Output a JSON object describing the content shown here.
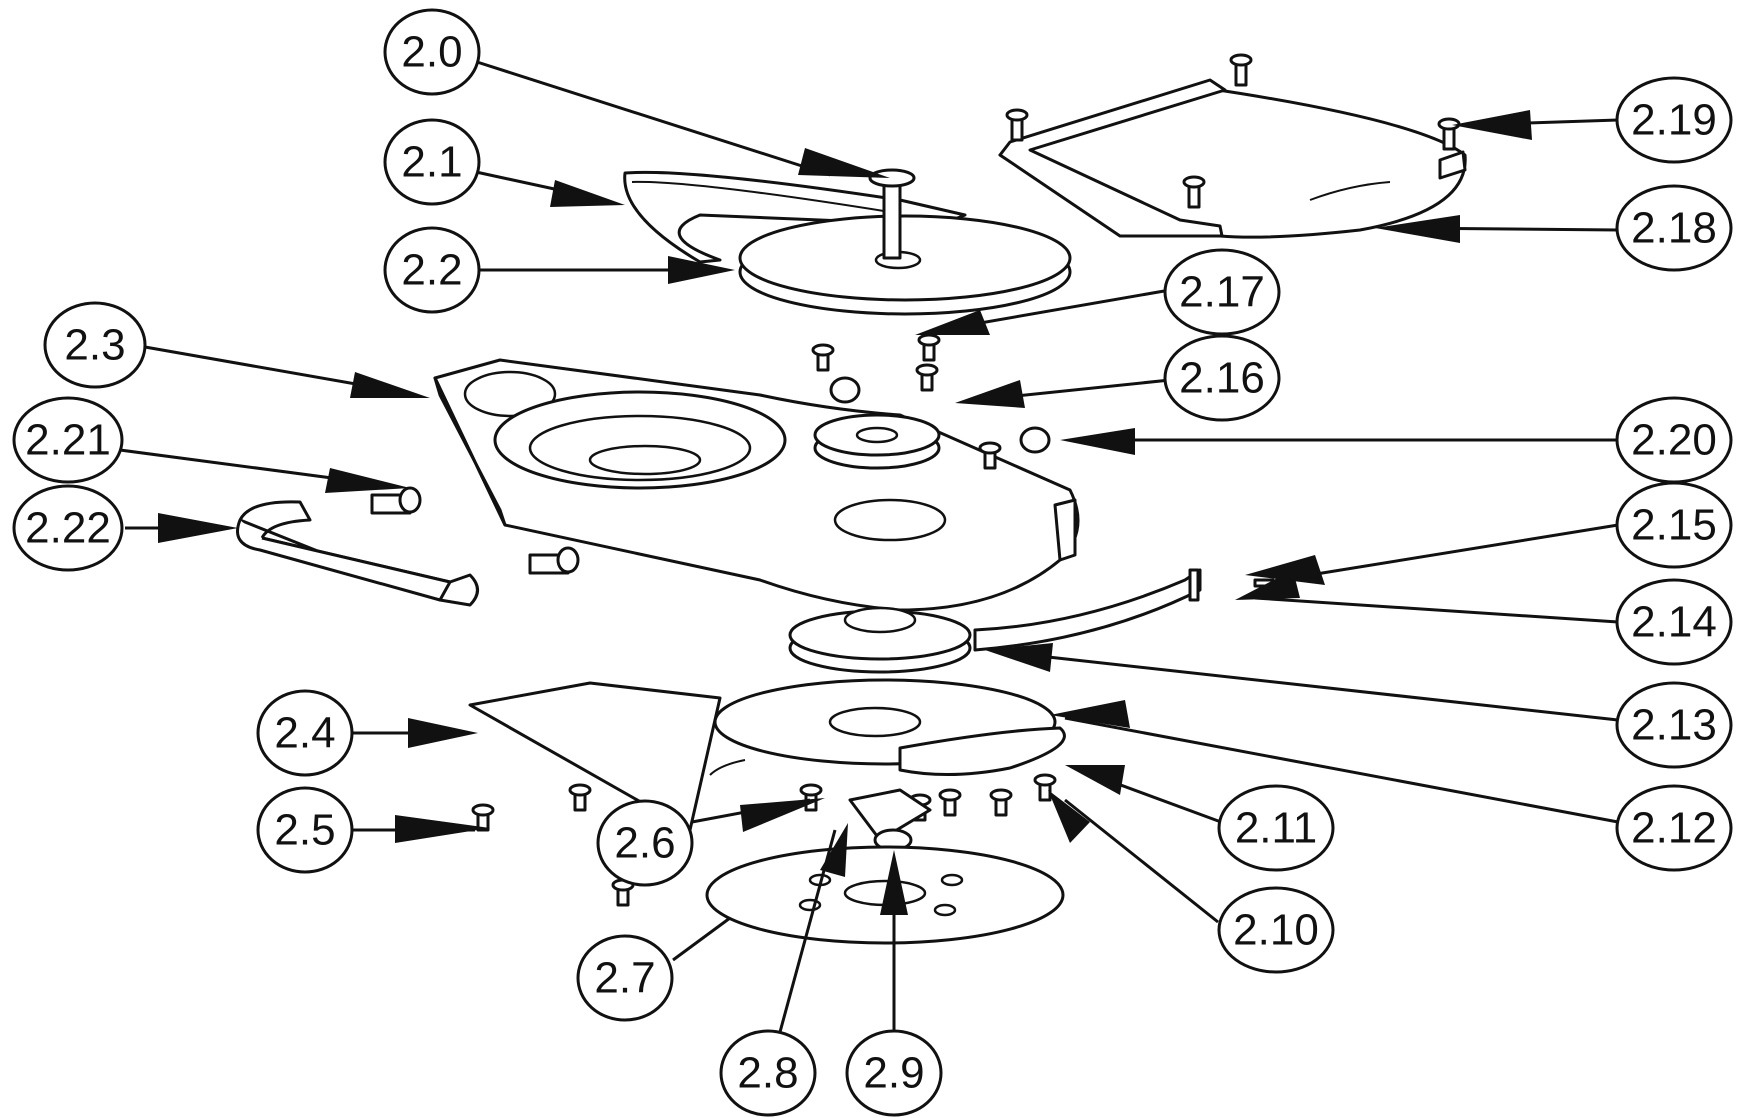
{
  "callouts": [
    {
      "id": "c20",
      "label": "2.0"
    },
    {
      "id": "c21",
      "label": "2.1"
    },
    {
      "id": "c22",
      "label": "2.2"
    },
    {
      "id": "c23",
      "label": "2.3"
    },
    {
      "id": "c221",
      "label": "2.21"
    },
    {
      "id": "c222",
      "label": "2.22"
    },
    {
      "id": "c24",
      "label": "2.4"
    },
    {
      "id": "c25",
      "label": "2.5"
    },
    {
      "id": "c26",
      "label": "2.6"
    },
    {
      "id": "c27",
      "label": "2.7"
    },
    {
      "id": "c28",
      "label": "2.8"
    },
    {
      "id": "c29",
      "label": "2.9"
    },
    {
      "id": "c210",
      "label": "2.10"
    },
    {
      "id": "c211",
      "label": "2.11"
    },
    {
      "id": "c212",
      "label": "2.12"
    },
    {
      "id": "c213",
      "label": "2.13"
    },
    {
      "id": "c214",
      "label": "2.14"
    },
    {
      "id": "c215",
      "label": "2.15"
    },
    {
      "id": "c220",
      "label": "2.20"
    },
    {
      "id": "c216",
      "label": "2.16"
    },
    {
      "id": "c217",
      "label": "2.17"
    },
    {
      "id": "c218",
      "label": "2.18"
    },
    {
      "id": "c219",
      "label": "2.19"
    }
  ]
}
